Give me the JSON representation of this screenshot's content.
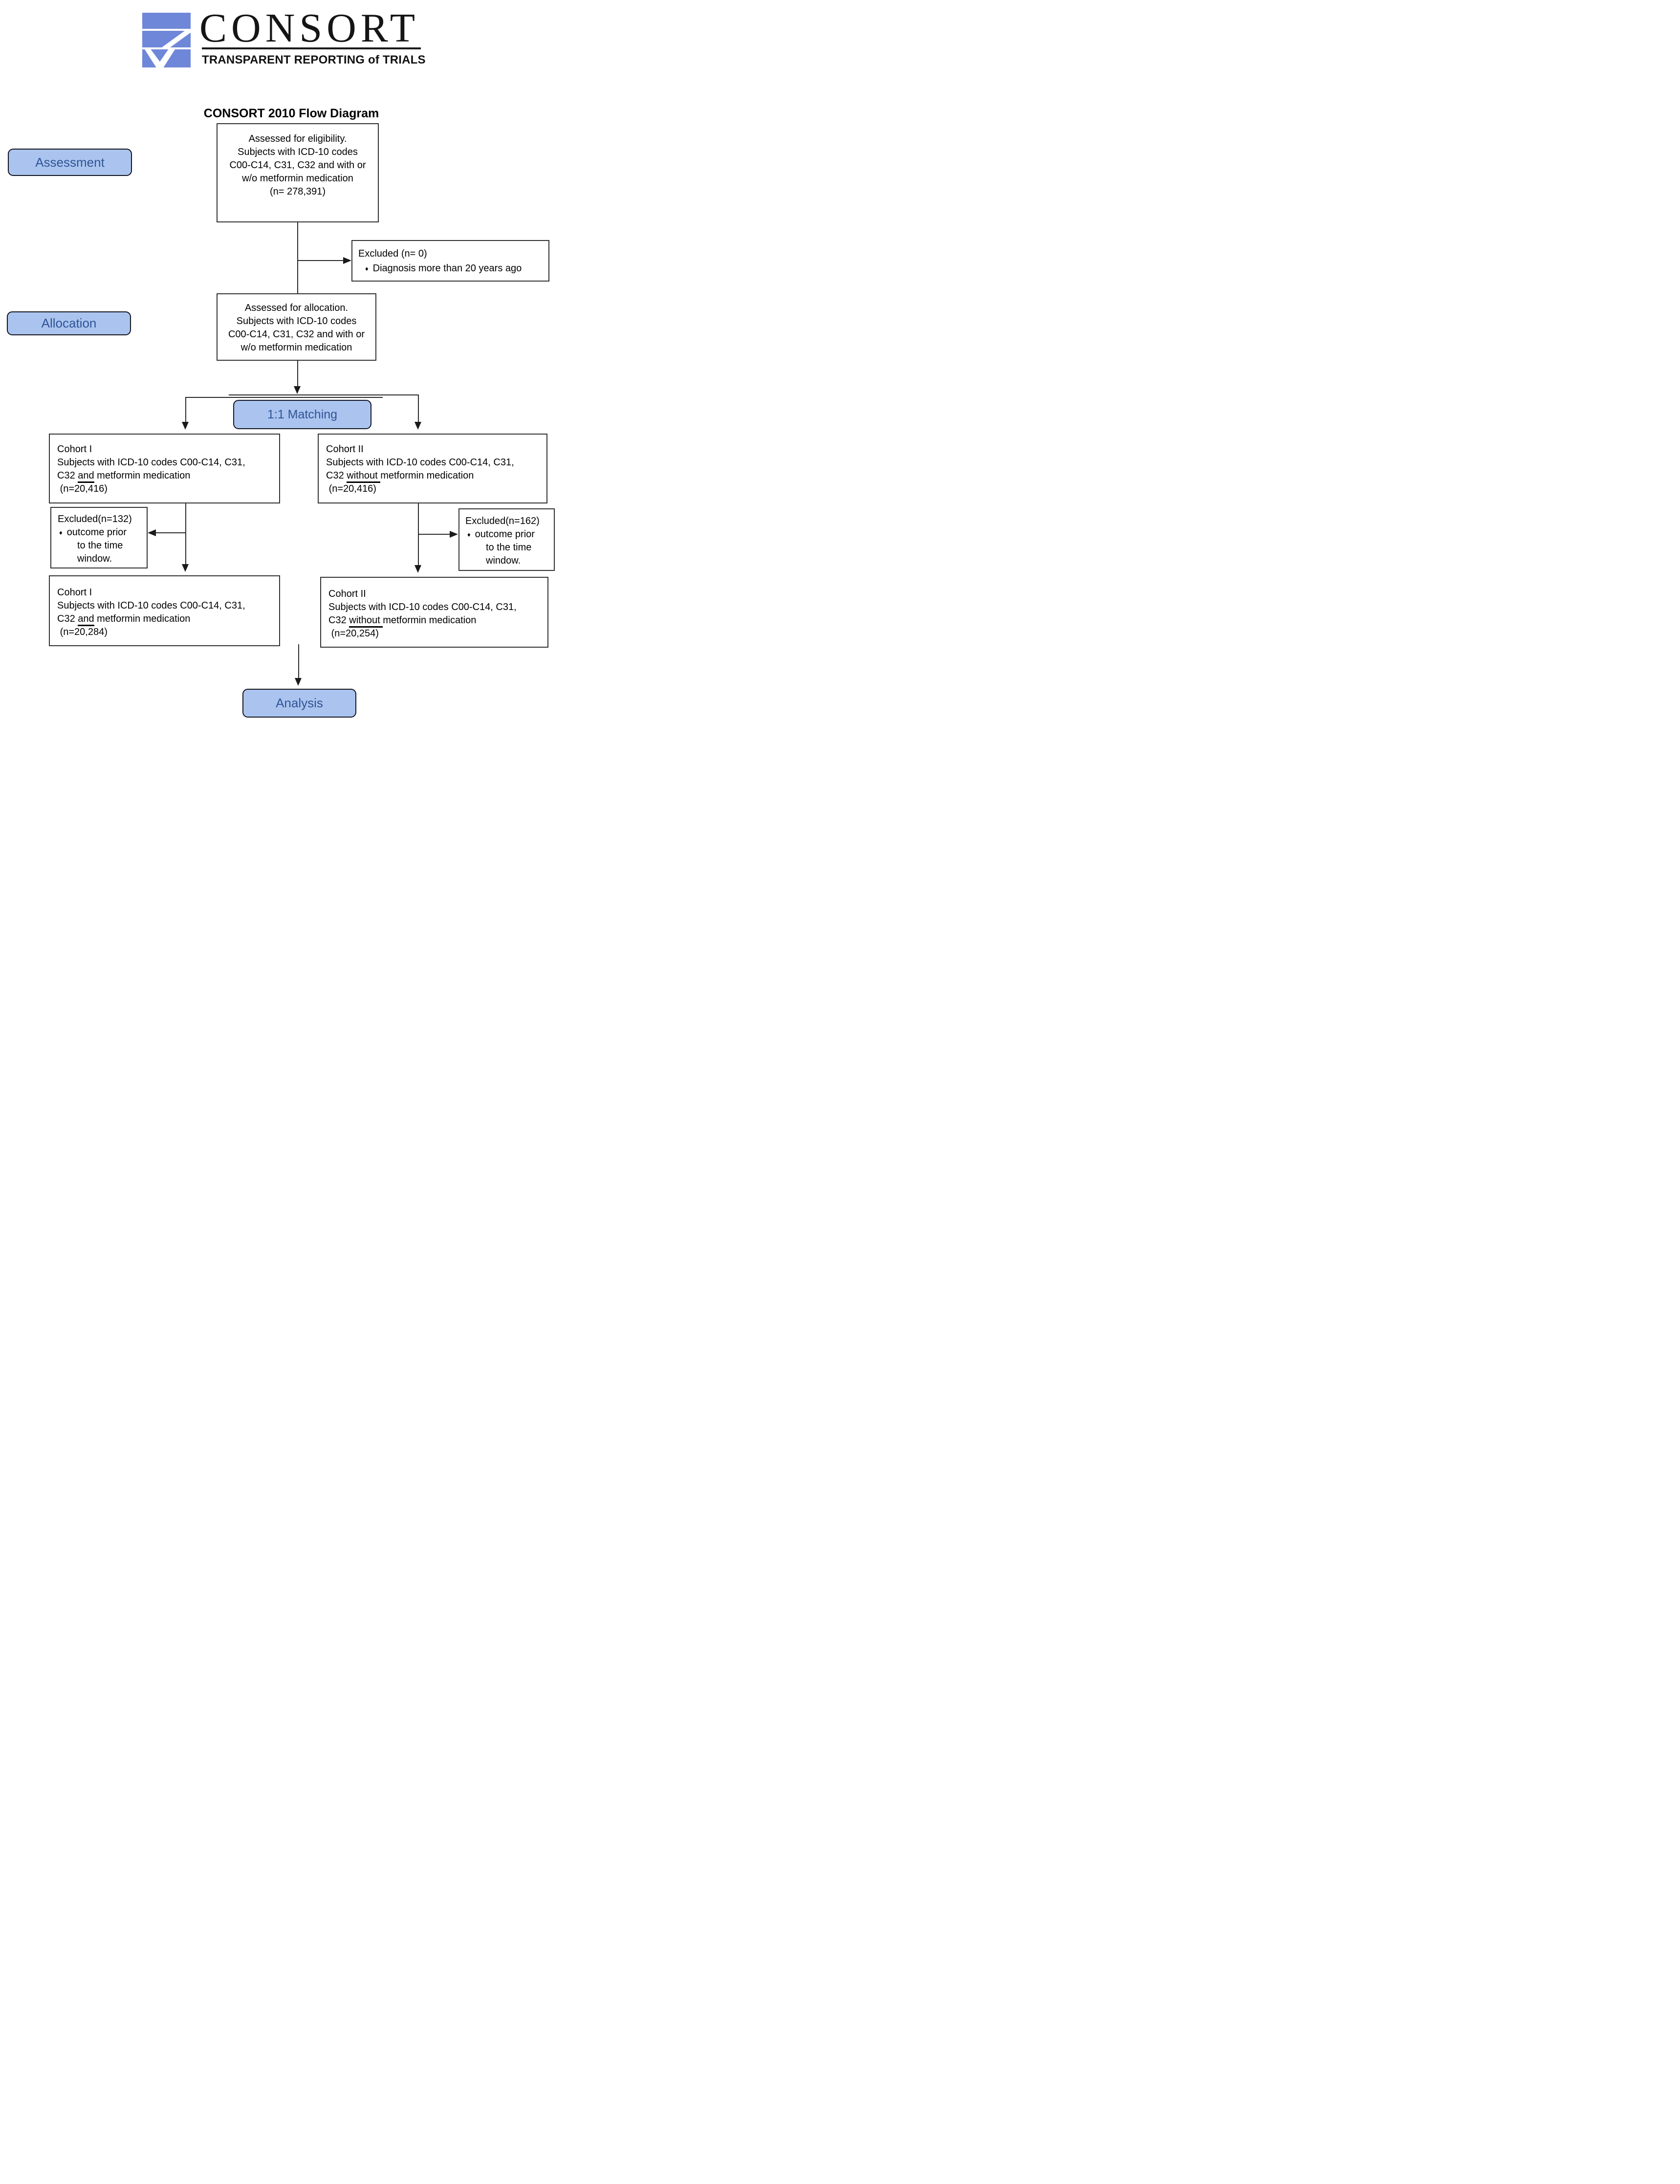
{
  "logo": {
    "wordmark": "CONSORT",
    "tagline": "TRANSPARENT REPORTING of TRIALS"
  },
  "title": "CONSORT 2010 Flow Diagram",
  "stages": {
    "assessment": "Assessment",
    "allocation": "Allocation",
    "matching": "1:1 Matching",
    "analysis": "Analysis"
  },
  "bullet_glyph": "♦",
  "boxes": {
    "eligibility": {
      "lines": [
        "Assessed for eligibility.",
        "Subjects with ICD-10 codes",
        "C00-C14, C31, C32 and with or",
        "w/o metformin medication",
        "(n= 278,391)"
      ]
    },
    "excluded_top": {
      "title": "Excluded (n= 0)",
      "bullet": "Diagnosis more than 20 years ago"
    },
    "allocation": {
      "lines": [
        "Assessed for allocation.",
        "Subjects with ICD-10 codes",
        "C00-C14, C31, C32 and with or",
        "w/o metformin medication"
      ]
    },
    "cohort1": {
      "title": "Cohort I",
      "line2": "Subjects with ICD-10 codes C00-C14, C31,",
      "line3_pre": "C32 ",
      "line3_u": "and",
      "line3_post": " metformin medication",
      "n": " (n=20,416)"
    },
    "cohort2": {
      "title": "Cohort II",
      "line2": "Subjects with ICD-10 codes C00-C14, C31,",
      "line3_pre": "C32 ",
      "line3_u": "without ",
      "line3_post": "metformin medication",
      "n": " (n=20,416)"
    },
    "excluded_left": {
      "title": "Excluded(n=132)",
      "bullet": "outcome prior",
      "cont": [
        "to the time",
        "window."
      ]
    },
    "excluded_right": {
      "title": "Excluded(n=162)",
      "bullet": "outcome prior",
      "cont": [
        "to the time",
        "window."
      ]
    },
    "cohort1_final": {
      "title": "Cohort I",
      "line2": "Subjects with ICD-10 codes C00-C14, C31,",
      "line3_pre": "C32 ",
      "line3_u": "and",
      "line3_post": " metformin medication",
      "n": " (n=20,284)"
    },
    "cohort2_final": {
      "title": "Cohort II",
      "line2": "Subjects with ICD-10 codes C00-C14, C31,",
      "line3_pre": "C32 ",
      "line3_u": "without ",
      "line3_post": "metformin medication",
      "n": " (n=20,254)"
    }
  },
  "colors": {
    "pill_fill": "#abc4ef",
    "pill_border": "#14161f",
    "pill_text": "#2f5496",
    "logo_blue": "#6f87d8",
    "box_border": "#333333",
    "line": "#2b2b2b",
    "text": "#000000"
  }
}
